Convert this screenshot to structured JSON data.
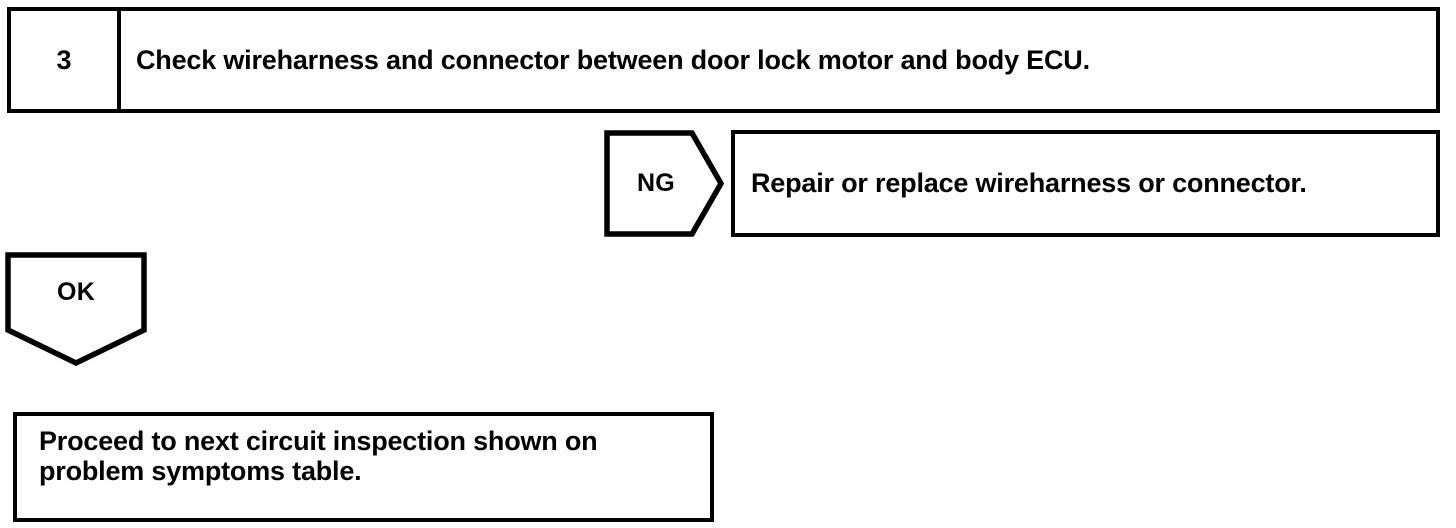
{
  "document": {
    "type": "troubleshooting-flowchart",
    "ink_color": "#000000",
    "background_color": "#ffffff"
  },
  "step": {
    "number": "3",
    "instruction": "Check wireharness and connector between door lock motor and body ECU."
  },
  "branches": {
    "ng": {
      "label": "NG",
      "shape": "pentagon-arrow-right",
      "result": "Repair or replace wireharness or connector."
    },
    "ok": {
      "label": "OK",
      "shape": "pentagon-arrow-down",
      "result": "Proceed to next circuit inspection shown on\nproblem symptoms table."
    }
  }
}
